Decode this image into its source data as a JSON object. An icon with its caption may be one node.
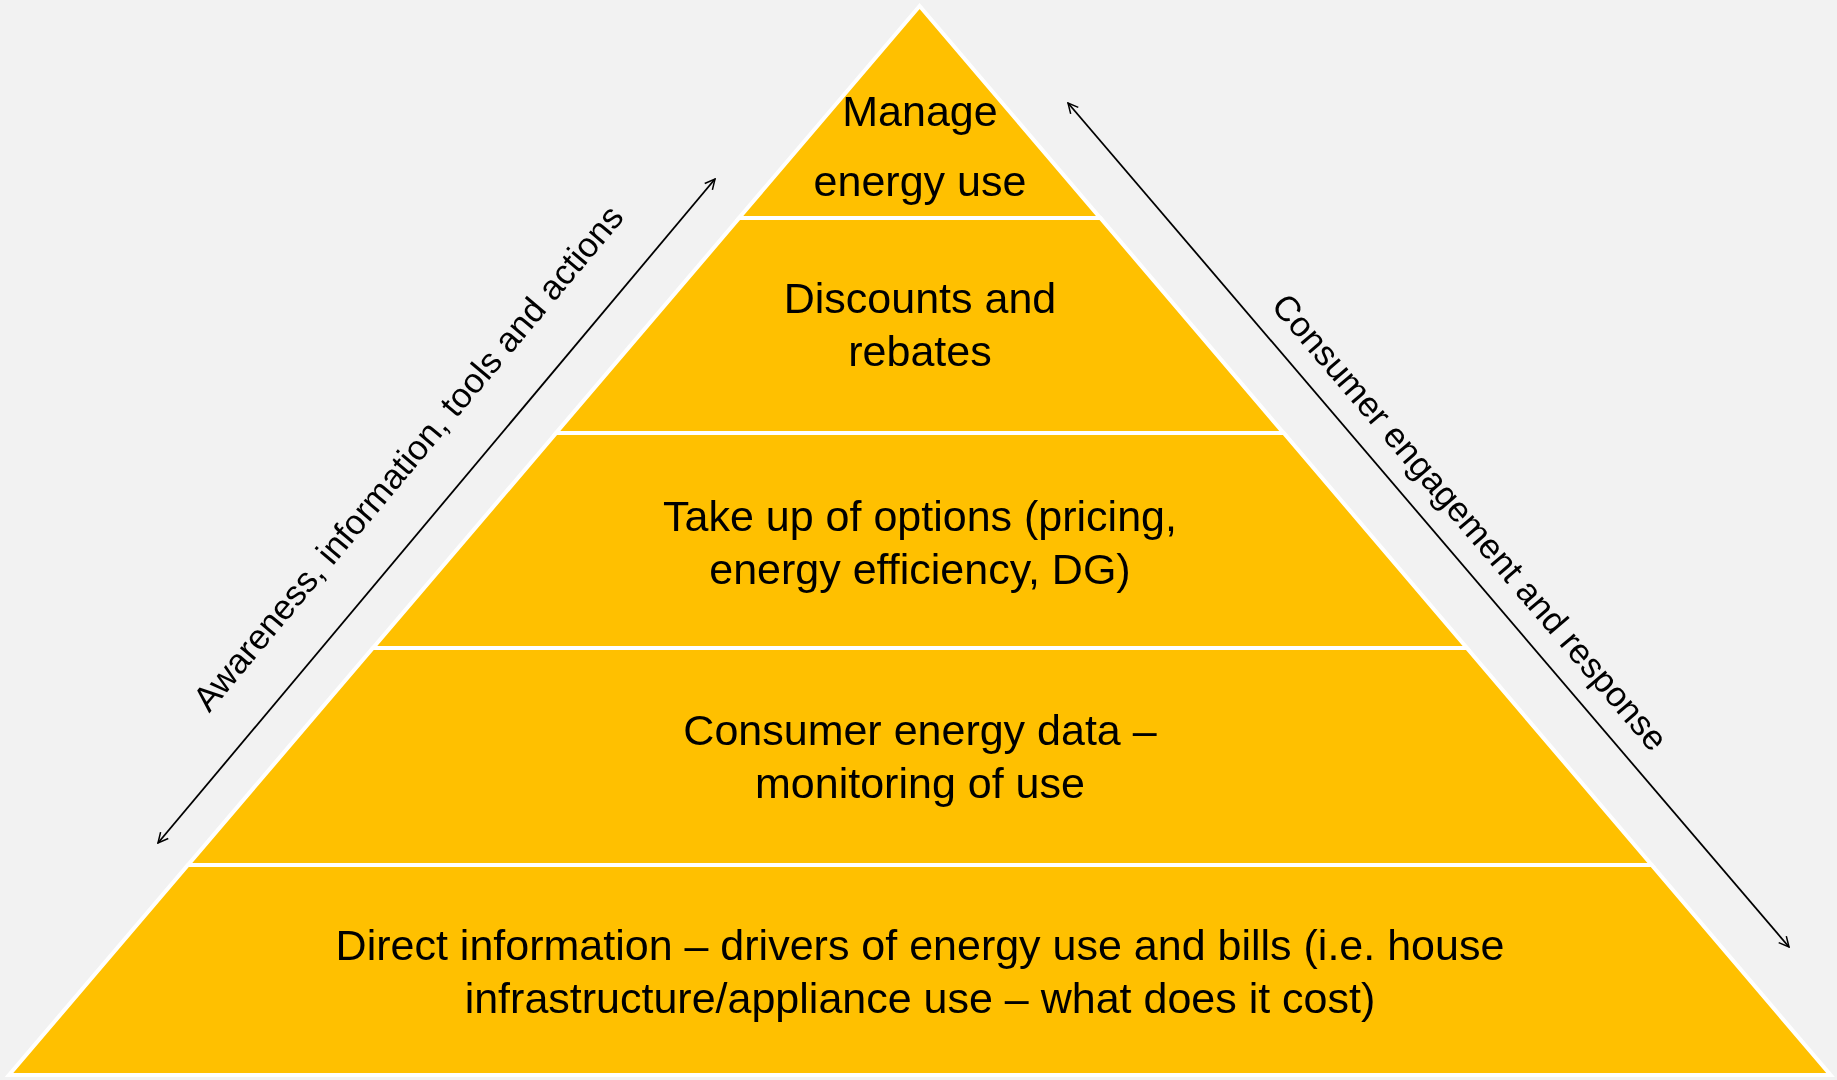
{
  "diagram": {
    "nodes": [
      {
        "text": [
          "Manage energy use"
        ]
      },
      {
        "text": [
          "Discounts and rebates"
        ]
      },
      {
        "text": [
          "Take up of options (pricing, energy efficiency, DG)"
        ]
      },
      {
        "text": [
          "Consumer energy data – monitoring of use"
        ]
      },
      {
        "text": [
          "Direct information – drivers of energy use and bills (i.e. house infrastructure/appliance use – what does it cost)"
        ]
      }
    ],
    "labels": [
      "Awareness, information, tools and actions",
      "Consumer engagement and response"
    ]
  }
}
